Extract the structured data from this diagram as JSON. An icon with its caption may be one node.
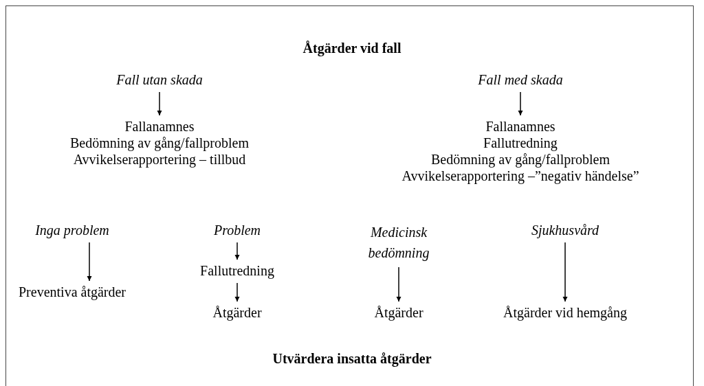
{
  "diagram": {
    "title": "Åtgärder vid fall",
    "nodes": [
      {
        "text": [
          "Fall utan skada"
        ]
      },
      {
        "text": [
          "Fallanamnes",
          "Bedömning av gång/fallproblem",
          "Avvikelserapportering – tillbud"
        ]
      },
      {
        "text": [
          "Fall med skada"
        ]
      },
      {
        "text": [
          "Fallanamnes",
          "Fallutredning",
          "Bedömning av gång/fallproblem",
          "Avvikelserapportering –”negativ händelse”"
        ]
      },
      {
        "text": [
          "Inga problem"
        ]
      },
      {
        "text": [
          "Preventiva åtgärder"
        ]
      },
      {
        "text": [
          "Problem"
        ]
      },
      {
        "text": [
          "Fallutredning"
        ]
      },
      {
        "text": [
          "Åtgärder"
        ]
      },
      {
        "text": [
          "Medicinsk bedömning"
        ]
      },
      {
        "text": [
          "Åtgärder"
        ]
      },
      {
        "text": [
          "Sjukhusvård"
        ]
      },
      {
        "text": [
          "Åtgärder vid hemgång"
        ]
      }
    ],
    "edges": [
      {
        "from": 0,
        "to": 1,
        "arrow": "to"
      },
      {
        "from": 2,
        "to": 3,
        "arrow": "to"
      },
      {
        "from": 4,
        "to": 5,
        "arrow": "to"
      },
      {
        "from": 6,
        "to": 7,
        "arrow": "to"
      },
      {
        "from": 7,
        "to": 8,
        "arrow": "to"
      },
      {
        "from": 9,
        "to": 10,
        "arrow": "to"
      },
      {
        "from": 11,
        "to": 12,
        "arrow": "to"
      }
    ],
    "labels": [
      "Utvärdera insatta åtgärder"
    ]
  }
}
